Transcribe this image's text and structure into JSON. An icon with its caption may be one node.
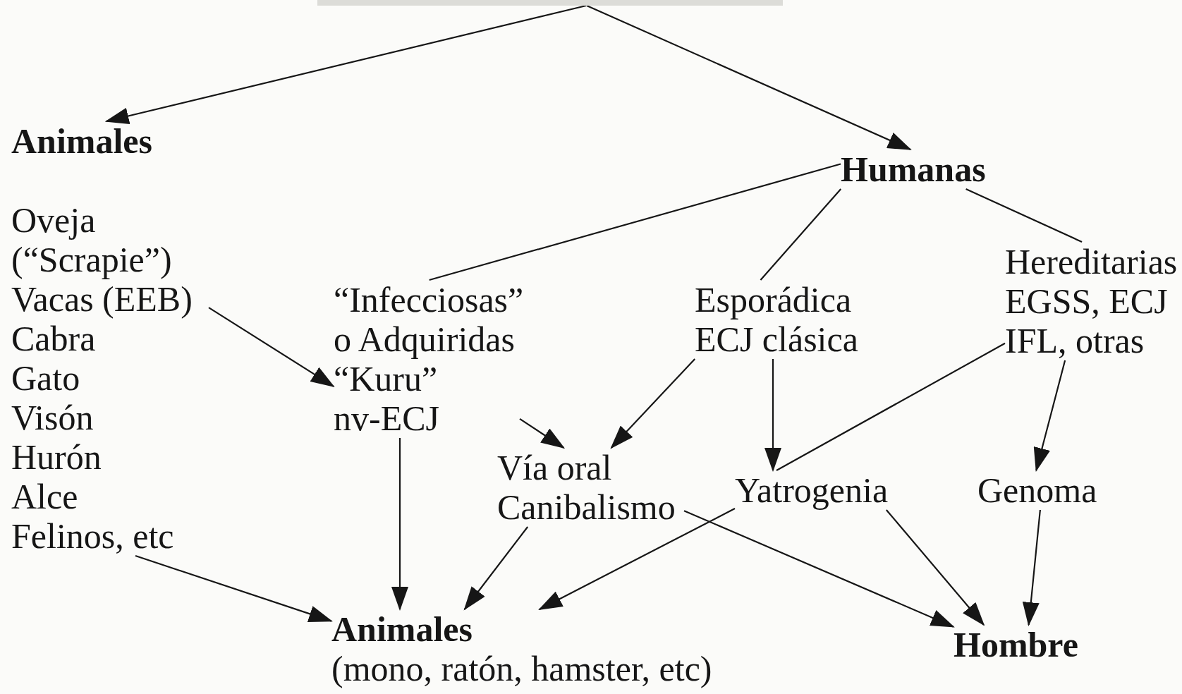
{
  "diagram": {
    "nodes": [
      {
        "text": [],
        "shape": "bar"
      },
      {
        "text": [
          "Animales"
        ]
      },
      {
        "text": [
          "Oveja (“Scrapie”)",
          "Vacas (EEB)",
          "Cabra",
          "Gato",
          "Visón",
          "Hurón",
          "Alce",
          "Felinos, etc"
        ]
      },
      {
        "text": [
          "Humanas"
        ]
      },
      {
        "text": [
          "“Infecciosas” o Adquiridas",
          "“Kuru”",
          "nv-ECJ"
        ]
      },
      {
        "text": [
          "Esporádica ECJ clásica"
        ]
      },
      {
        "text": [
          "Hereditarias",
          "EGSS, ECJ",
          "IFL, otras"
        ]
      },
      {
        "text": [
          "Vía oral Canibalismo"
        ]
      },
      {
        "text": [
          "Yatrogenia"
        ]
      },
      {
        "text": [
          "Genoma"
        ]
      },
      {
        "text": [
          "Animales",
          "(mono, ratón, hamster, etc)"
        ]
      },
      {
        "text": [
          "Hombre"
        ]
      }
    ],
    "edges": [
      {
        "from": 0,
        "to": 1,
        "arrow": "to"
      },
      {
        "from": 0,
        "to": 3,
        "arrow": "to"
      },
      {
        "from": 3,
        "to": 4,
        "arrow": "none"
      },
      {
        "from": 3,
        "to": 5,
        "arrow": "none"
      },
      {
        "from": 3,
        "to": 6,
        "arrow": "none"
      },
      {
        "from": 2,
        "to": 4,
        "arrow": "to"
      },
      {
        "from": 2,
        "to": 10,
        "arrow": "to"
      },
      {
        "from": 4,
        "to": 10,
        "arrow": "to"
      },
      {
        "from": 4,
        "to": 7,
        "arrow": "to"
      },
      {
        "from": 5,
        "to": 7,
        "arrow": "to"
      },
      {
        "from": 5,
        "to": 8,
        "arrow": "to"
      },
      {
        "from": 6,
        "to": 8,
        "arrow": "none"
      },
      {
        "from": 6,
        "to": 9,
        "arrow": "to"
      },
      {
        "from": 7,
        "to": 10,
        "arrow": "to"
      },
      {
        "from": 7,
        "to": 11,
        "arrow": "to"
      },
      {
        "from": 8,
        "to": 10,
        "arrow": "to"
      },
      {
        "from": 8,
        "to": 11,
        "arrow": "to"
      },
      {
        "from": 9,
        "to": 11,
        "arrow": "to"
      }
    ]
  }
}
